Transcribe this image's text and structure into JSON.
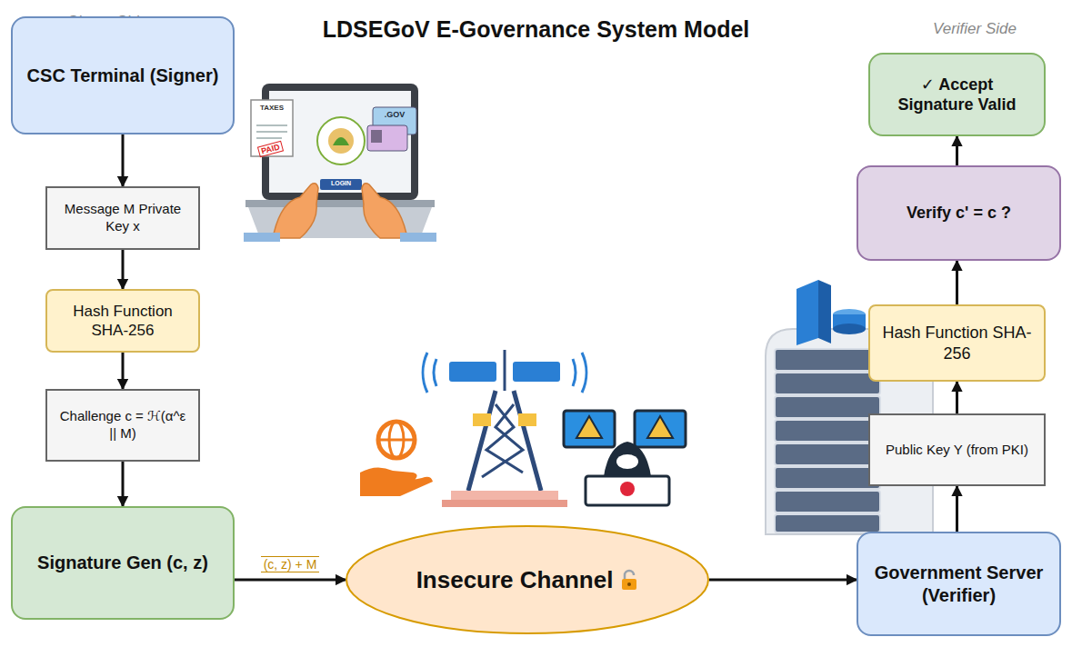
{
  "diagram": {
    "title": "LDSEGoV E-Governance System Model",
    "nodes": [
      {
        "text": [
          "CSC Terminal (Signer)"
        ]
      },
      {
        "text": [
          "Message M Private Key x"
        ]
      },
      {
        "text": [
          "Hash Function SHA-256"
        ]
      },
      {
        "text": [
          "Challenge c = ℋ(α^ε || M)"
        ]
      },
      {
        "text": [
          "Signature Gen (c, z)"
        ]
      },
      {
        "text": [
          "Insecure Channel"
        ]
      },
      {
        "text": [
          "Government Server (Verifier)"
        ]
      },
      {
        "text": [
          "Public Key Y (from PKI)"
        ]
      },
      {
        "text": [
          "Hash Function SHA-256"
        ]
      },
      {
        "text": [
          "Verify c' = c ?"
        ]
      },
      {
        "text": [
          "✓ Accept Signature Valid"
        ]
      }
    ],
    "edges": [
      {
        "from": 0,
        "to": 1,
        "arrow": "to"
      },
      {
        "from": 1,
        "to": 2,
        "arrow": "to"
      },
      {
        "from": 2,
        "to": 3,
        "arrow": "to"
      },
      {
        "from": 3,
        "to": 4,
        "arrow": "to"
      },
      {
        "from": 4,
        "to": 5,
        "label": "(c, z) + M",
        "arrow": "to"
      },
      {
        "from": 5,
        "to": 6,
        "arrow": "to"
      },
      {
        "from": 6,
        "to": 7,
        "arrow": "to"
      },
      {
        "from": 7,
        "to": 8,
        "arrow": "to"
      },
      {
        "from": 8,
        "to": 9,
        "arrow": "to"
      },
      {
        "from": 9,
        "to": 10,
        "arrow": "to"
      }
    ],
    "labels": [
      "Signer Side",
      "Verifier Side",
      "TAXES",
      "PAID",
      ".GOV",
      "LOGIN"
    ]
  }
}
